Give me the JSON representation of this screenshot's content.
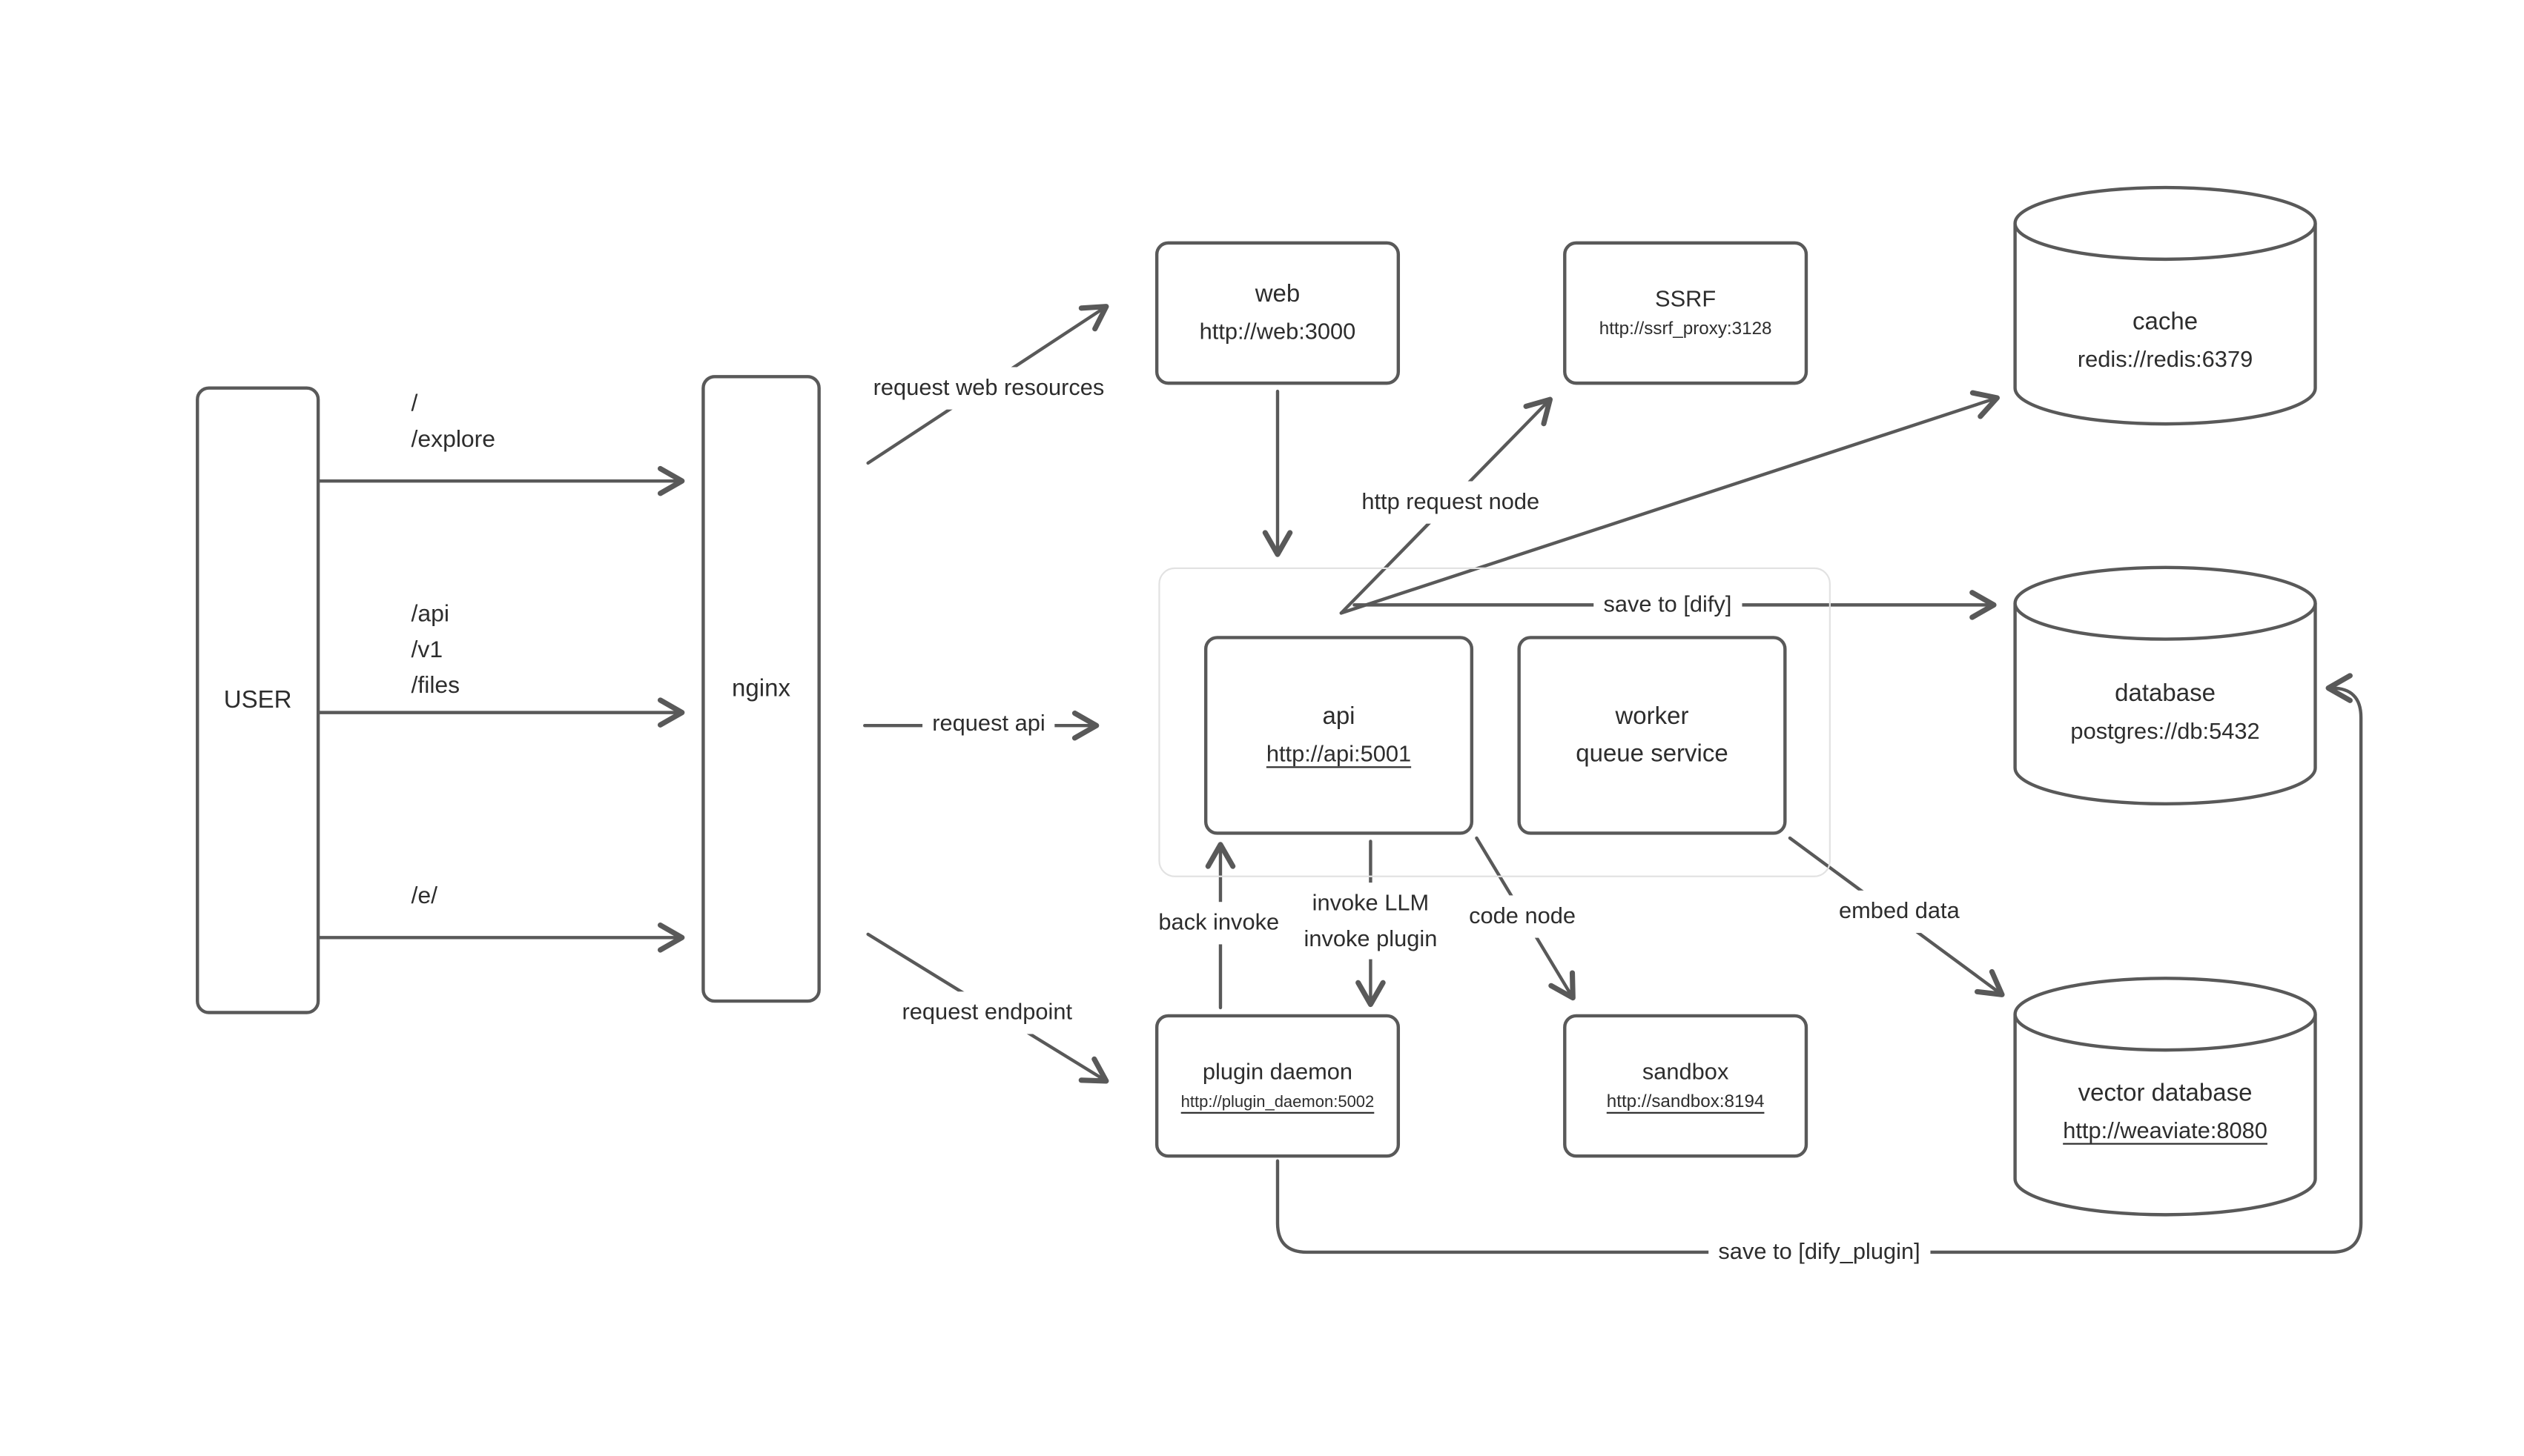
{
  "diagram": {
    "nodes": {
      "user": {
        "label": "USER"
      },
      "nginx": {
        "label": "nginx"
      },
      "web": {
        "title": "web",
        "url": "http://web:3000"
      },
      "ssrf": {
        "title": "SSRF",
        "url": "http://ssrf_proxy:3128"
      },
      "cache": {
        "title": "cache",
        "url": "redis://redis:6379"
      },
      "api": {
        "title": "api",
        "url": "http://api:5001"
      },
      "worker": {
        "title": "worker",
        "subtitle": "queue service"
      },
      "database": {
        "title": "database",
        "url": "postgres://db:5432"
      },
      "plugin_daemon": {
        "title": "plugin daemon",
        "url": "http://plugin_daemon:5002"
      },
      "sandbox": {
        "title": "sandbox",
        "url": "http://sandbox:8194"
      },
      "vector_database": {
        "title": "vector database",
        "url": "http://weaviate:8080"
      }
    },
    "edges": {
      "user_web_paths": "/\n/explore",
      "user_api_paths": "/api\n/v1\n/files",
      "user_e_path": "/e/",
      "request_web": "request web resources",
      "request_api": "request api",
      "request_endpoint": "request endpoint",
      "http_request_node": "http request node",
      "save_dify": "save to [dify]",
      "back_invoke": "back invoke",
      "invoke": "invoke LLM\ninvoke plugin",
      "code_node": "code node",
      "embed_data": "embed data",
      "save_dify_plugin": "save to [dify_plugin]"
    },
    "colors": {
      "line": "#595959",
      "text": "#2d2d2d",
      "group_border": "#e2e2e2"
    }
  }
}
